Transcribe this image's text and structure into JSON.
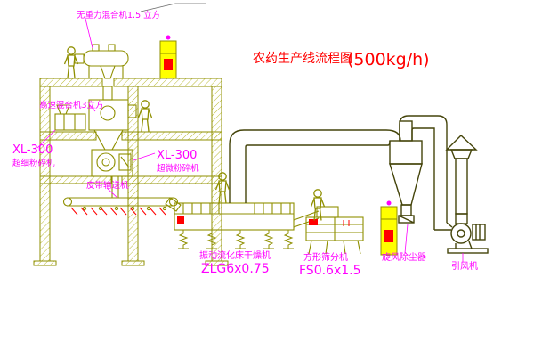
{
  "title": {
    "text": "农药生产线流程图",
    "capacity": "(500kg/h)"
  },
  "labels": {
    "gravity_mixer": "无重力混合机1.5 立方",
    "high_speed_mixer": "高速混合机3立方",
    "mill_left_model": "XL-300",
    "mill_left_name": "超细粉碎机",
    "mill_center_model": "XL-300",
    "mill_center_name": "超微粉碎机",
    "belt_conveyor": "皮带输送机",
    "dryer_name": "振动流化床干燥机",
    "dryer_model": "ZLG6x0.75",
    "sieve_name": "方形筛分机",
    "sieve_model": "FS0.6x1.5",
    "cyclone": "旋风除尘器",
    "fan": "引风机"
  },
  "colors": {
    "line_olive": "#8f8f00",
    "duct_dark": "#44440a",
    "label_magenta": "#ff00ff",
    "title_red": "#ff0000",
    "cabinet_yellow": "#ffff00",
    "detail_red": "#ff0000",
    "background": "#ffffff"
  }
}
